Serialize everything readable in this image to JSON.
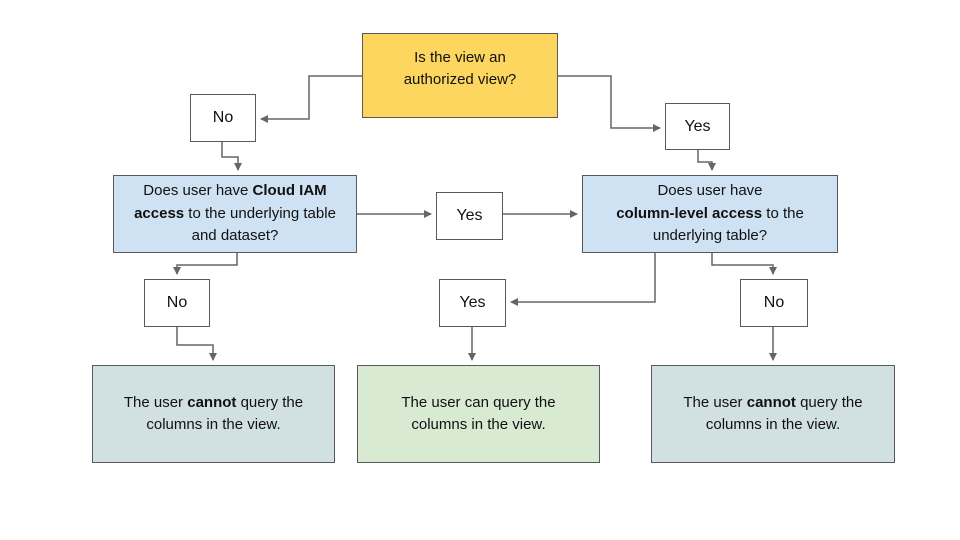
{
  "diagram": {
    "nodes": {
      "root_question": {
        "text": "Is the view an authorized view?"
      },
      "no_1": {
        "label": "No"
      },
      "yes_1": {
        "label": "Yes"
      },
      "iam_question": {
        "pre": "Does user have ",
        "bold": "Cloud IAM access",
        "post": " to the underlying table and dataset?"
      },
      "yes_mid": {
        "label": "Yes"
      },
      "column_question": {
        "pre": "Does user have",
        "bold": "column-level access",
        "post": " to the underlying table?"
      },
      "no_2": {
        "label": "No"
      },
      "yes_2": {
        "label": "Yes"
      },
      "no_3": {
        "label": "No"
      },
      "outcome_left": {
        "pre": "The user ",
        "bold": "cannot",
        "post": " query the columns in the view."
      },
      "outcome_mid": {
        "text": "The user can query the columns in the view."
      },
      "outcome_right": {
        "pre": "The user ",
        "bold": "cannot",
        "post": " query the columns in the view."
      }
    },
    "colors": {
      "root_fill": "#fdd65f",
      "question_fill": "#cfe2f3",
      "outcome_negative_fill": "#d0e0e3",
      "outcome_positive_fill": "#d9ead3",
      "box_border": "#595959",
      "connector": "#666666",
      "background": "#ffffff"
    }
  }
}
